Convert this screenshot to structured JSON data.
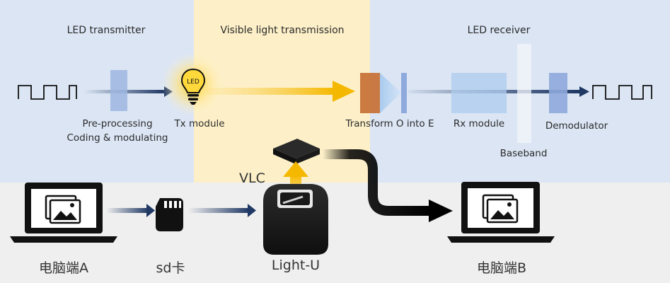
{
  "sections": {
    "transmitter": "LED transmitter",
    "transmission": "Visible light transmission",
    "receiver": "LED receiver"
  },
  "blocks": {
    "preprocessing_line1": "Pre-processing",
    "preprocessing_line2": "Coding & modulating",
    "tx_module": "Tx module",
    "transform": "Transform O into E",
    "rx_module": "Rx module",
    "demodulator": "Demodulator",
    "baseband": "Baseband",
    "led_text": "LED"
  },
  "devices": {
    "pc_a": "电脑端A",
    "sd_card": "sd卡",
    "light_u": "Light-U",
    "pc_b": "电脑端B",
    "vlc": "VLC"
  },
  "colors": {
    "blue_panel": "#dbe5f4",
    "yellow_panel": "#fdf0c8",
    "arrow_navy": "#1f3864",
    "light_yellow": "#f5b800",
    "transform_orange": "#c8743a"
  },
  "icons": {
    "bulb": "led-bulb-icon",
    "laptop": "laptop-icon",
    "sd": "sd-card-icon",
    "device": "light-u-device-icon"
  }
}
